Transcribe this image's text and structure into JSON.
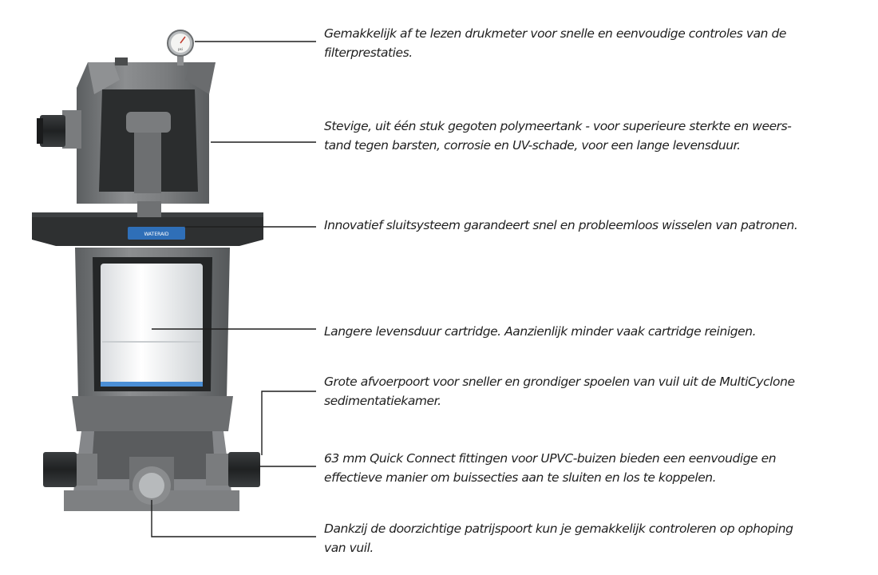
{
  "product": {
    "brand_plate": "WATERAID",
    "gauge_label": "psi"
  },
  "callouts": [
    {
      "id": "pressure-gauge",
      "lines": [
        "Gemakkelijk af te lezen drukmeter voor snelle en eenvoudige controles van de",
        "filterprestaties."
      ]
    },
    {
      "id": "tank",
      "lines": [
        "Stevige, uit één stuk gegoten polymeertank - voor superieure sterkte en weers-",
        "tand tegen barsten, corrosie en UV-schade, voor een lange levensduur."
      ]
    },
    {
      "id": "locking-system",
      "lines": [
        "Innovatief sluitsysteem garandeert snel en probleemloos wisselen van patronen."
      ]
    },
    {
      "id": "cartridge",
      "lines": [
        "Langere levensduur cartridge. Aanzienlijk minder vaak cartridge reinigen."
      ]
    },
    {
      "id": "drain-port",
      "lines": [
        "Grote afvoerpoort voor sneller en grondiger spoelen van vuil uit de MultiCyclone",
        "sedimentatiekamer."
      ]
    },
    {
      "id": "quick-connect",
      "lines": [
        "63 mm Quick Connect fittingen voor UPVC-buizen bieden een eenvoudige en",
        "effectieve manier om  buissecties aan te sluiten en los te koppelen."
      ]
    },
    {
      "id": "sight-glass",
      "lines": [
        "Dankzij de doorzichtige patrijspoort kun je gemakkelijk controleren op ophoping",
        "van vuil."
      ]
    }
  ],
  "colors": {
    "body": "#77797a",
    "body_dark": "#4f5253",
    "body_light": "#9a9c9d",
    "ring": "#2e3031",
    "cartridge": "#f2f3f4",
    "pleat": "#d6d9dc",
    "accent_blue": "#2f6fb8",
    "leader": "#1f1f1f"
  }
}
